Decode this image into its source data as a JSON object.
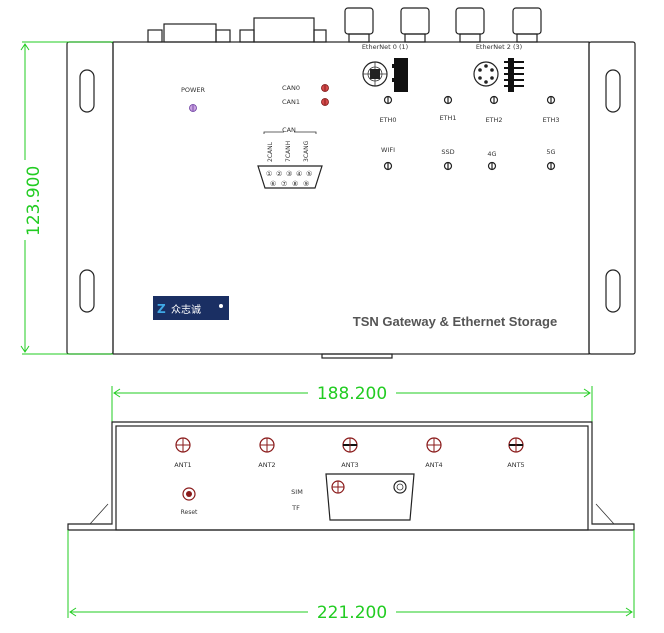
{
  "dimensions": {
    "height": "123.900",
    "inner_width": "188.200",
    "outer_width": "221.200"
  },
  "top_view": {
    "ethernet_groups": [
      "EtherNet 0 (1)",
      "EtherNet 2 (3)"
    ],
    "indicators": {
      "power": "POWER",
      "can0": "CAN0",
      "can1": "CAN1",
      "eth0": "ETH0",
      "eth1": "ETH1",
      "eth2": "ETH2",
      "eth3": "ETH3",
      "wifi": "WIFI",
      "ssd": "SSD",
      "g4": "4G",
      "g5": "5G"
    },
    "can_connector": {
      "title": "CAN",
      "pins": [
        "2CANL",
        "7CANH",
        "3CANG"
      ],
      "pin_numbers_top": [
        "①",
        "②",
        "③",
        "④",
        "⑤"
      ],
      "pin_numbers_bottom": [
        "⑥",
        "⑦",
        "⑧",
        "⑨"
      ]
    },
    "logo_text": "众志诚",
    "product_name": "TSN Gateway & Ethernet Storage"
  },
  "front_view": {
    "antennas": [
      "ANT1",
      "ANT2",
      "ANT3",
      "ANT4",
      "ANT5"
    ],
    "reset": "Reset",
    "sim": "SIM",
    "tf": "TF"
  }
}
